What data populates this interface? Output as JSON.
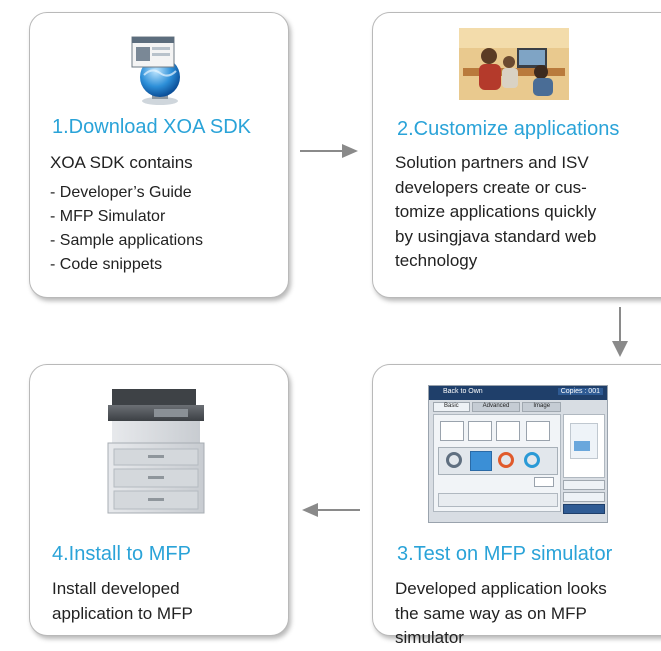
{
  "steps": [
    {
      "title": "1.Download XOA SDK",
      "text": "XOA SDK contains",
      "items": [
        "- Developer’s Guide",
        "- MFP Simulator",
        "- Sample applications",
        "- Code snippets"
      ],
      "icon": "globe-window-icon"
    },
    {
      "title": "2.Customize applications",
      "text": "Solution partners and ISV developers create or cus-tomize applications quickly by usingjava standard web technology",
      "lines": [
        "Solution partners and ISV",
        "developers create or cus-",
        "tomize applications quickly",
        "by usingjava standard web",
        "technology"
      ],
      "icon": "developers-photo"
    },
    {
      "title": "3.Test on MFP simulator",
      "lines": [
        "Developed application looks",
        "the same way as on MFP",
        "simulator"
      ],
      "icon": "simulator-screen",
      "screen": {
        "header": "Back to Own",
        "copies": "Copies : 001",
        "tabs": [
          "Basic",
          "Advanced",
          "Image"
        ]
      }
    },
    {
      "title": "4.Install to MFP",
      "lines": [
        "Install developed",
        "application to MFP"
      ],
      "icon": "printer-photo"
    }
  ],
  "colors": {
    "accent": "#2aa3d8",
    "border": "#b9b9b9",
    "arrow": "#8a8a8a",
    "text": "#222222"
  }
}
